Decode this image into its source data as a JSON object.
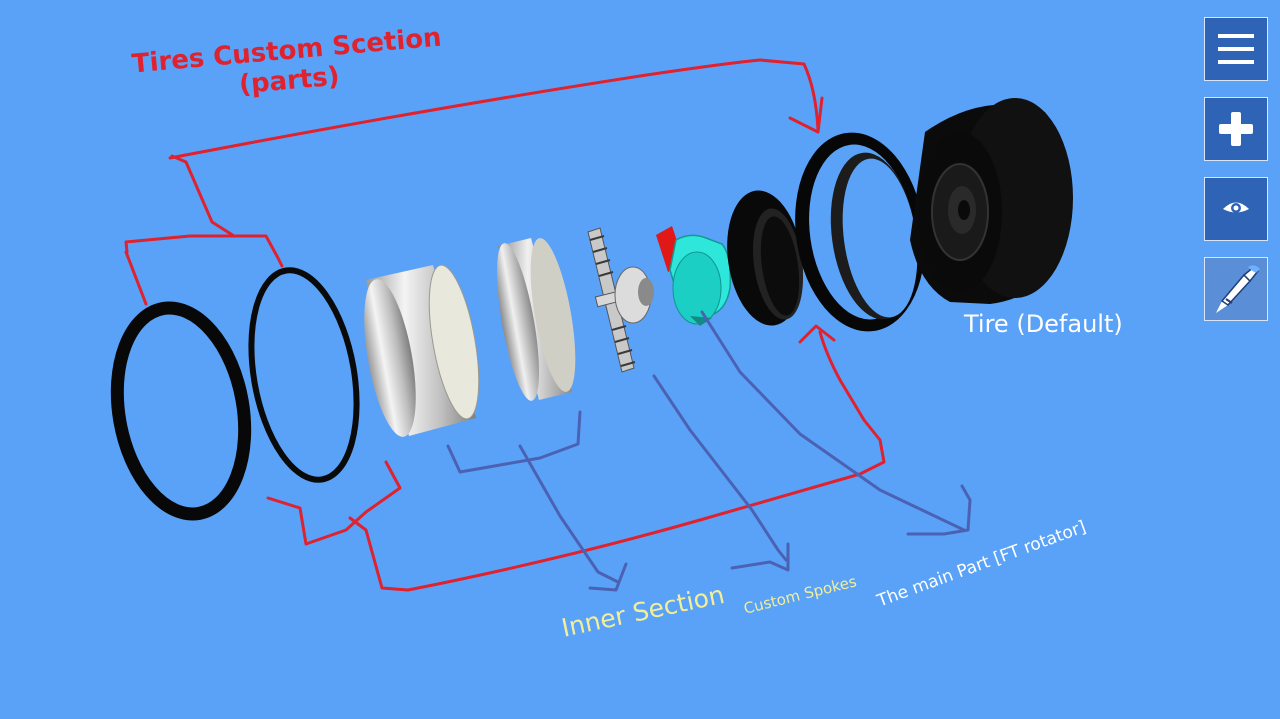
{
  "toolbar": {
    "menu_icon": "hamburger-menu-icon",
    "add_icon": "plus-icon",
    "view_icon": "eye-icon",
    "paint_icon": "paint-brush-icon"
  },
  "annotations": {
    "title_line1": "Tires Custom Scetion",
    "title_line2": "(parts)",
    "tire_default": "Tire (Default)",
    "inner_section": "Inner Section",
    "custom_spokes": "Custom Spokes",
    "main_part": "The main Part [FT rotator]"
  },
  "colors": {
    "background": "#5aa2f7",
    "red_annotation": "#e0212e",
    "blue_arrow": "#4b62b4",
    "label_yellow": "#f3ee9a",
    "button_bg": "#2f63b5",
    "rotator_cyan": "#2ee6da"
  }
}
